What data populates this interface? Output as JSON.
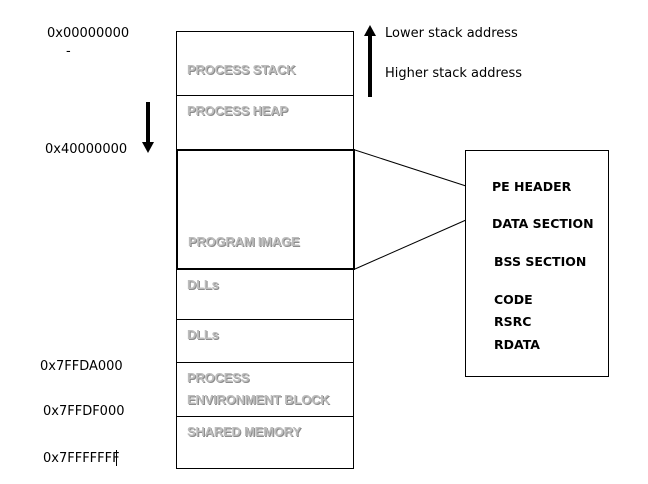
{
  "addresses": {
    "a0": "0x00000000",
    "dash": "-",
    "a1": "0x40000000",
    "a2": "0x7FFDA000",
    "a3": "0x7FFDF000",
    "a4": "0x7FFFFFFF"
  },
  "segments": {
    "stack": "PROCESS STACK",
    "heap": "PROCESS HEAP",
    "image": "PROGRAM IMAGE",
    "dll1": "DLLs",
    "dll2": "DLLs",
    "peb_line1": "PROCESS",
    "peb_line2": "ENVIRONMENT BLOCK",
    "shared": "SHARED MEMORY"
  },
  "notes": {
    "lower": "Lower stack address",
    "higher": "Higher stack address"
  },
  "pe_box": {
    "items": [
      "PE HEADER",
      "DATA SECTION",
      "BSS SECTION",
      "CODE",
      "RSRC",
      "RDATA"
    ]
  }
}
